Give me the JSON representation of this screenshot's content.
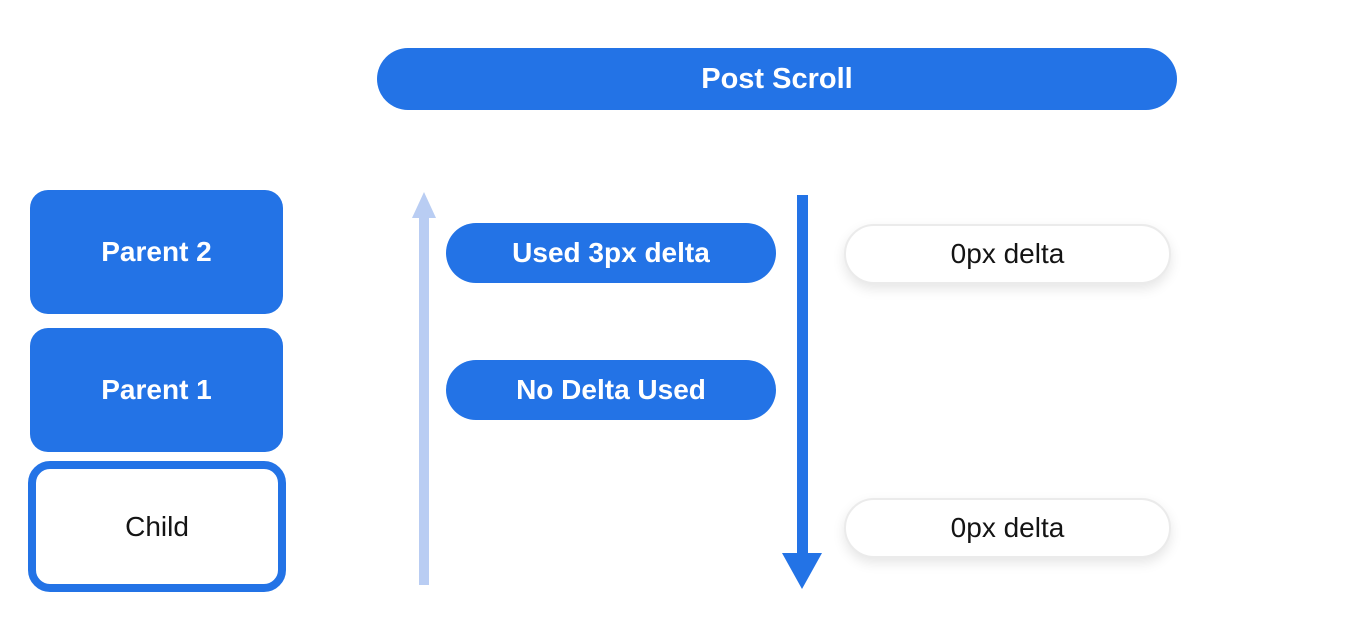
{
  "colors": {
    "blue": "#2373E6",
    "light_blue": "#B9CDF3",
    "white": "#FFFFFF",
    "dark_text": "#141414",
    "pill_border": "#EBEBEB",
    "background": "#FFFFFF"
  },
  "banner": {
    "label": "Post Scroll"
  },
  "boxes": {
    "parent2": {
      "label": "Parent 2"
    },
    "parent1": {
      "label": "Parent 1"
    },
    "child": {
      "label": "Child"
    }
  },
  "pills": {
    "used_delta": {
      "label": "Used 3px delta"
    },
    "no_delta": {
      "label": "No Delta Used"
    },
    "zero_delta_top": {
      "label": "0px delta"
    },
    "zero_delta_bottom": {
      "label": "0px delta"
    }
  },
  "icons": {
    "up_arrow": "scroll-up-arrow",
    "down_arrow": "scroll-down-arrow"
  }
}
